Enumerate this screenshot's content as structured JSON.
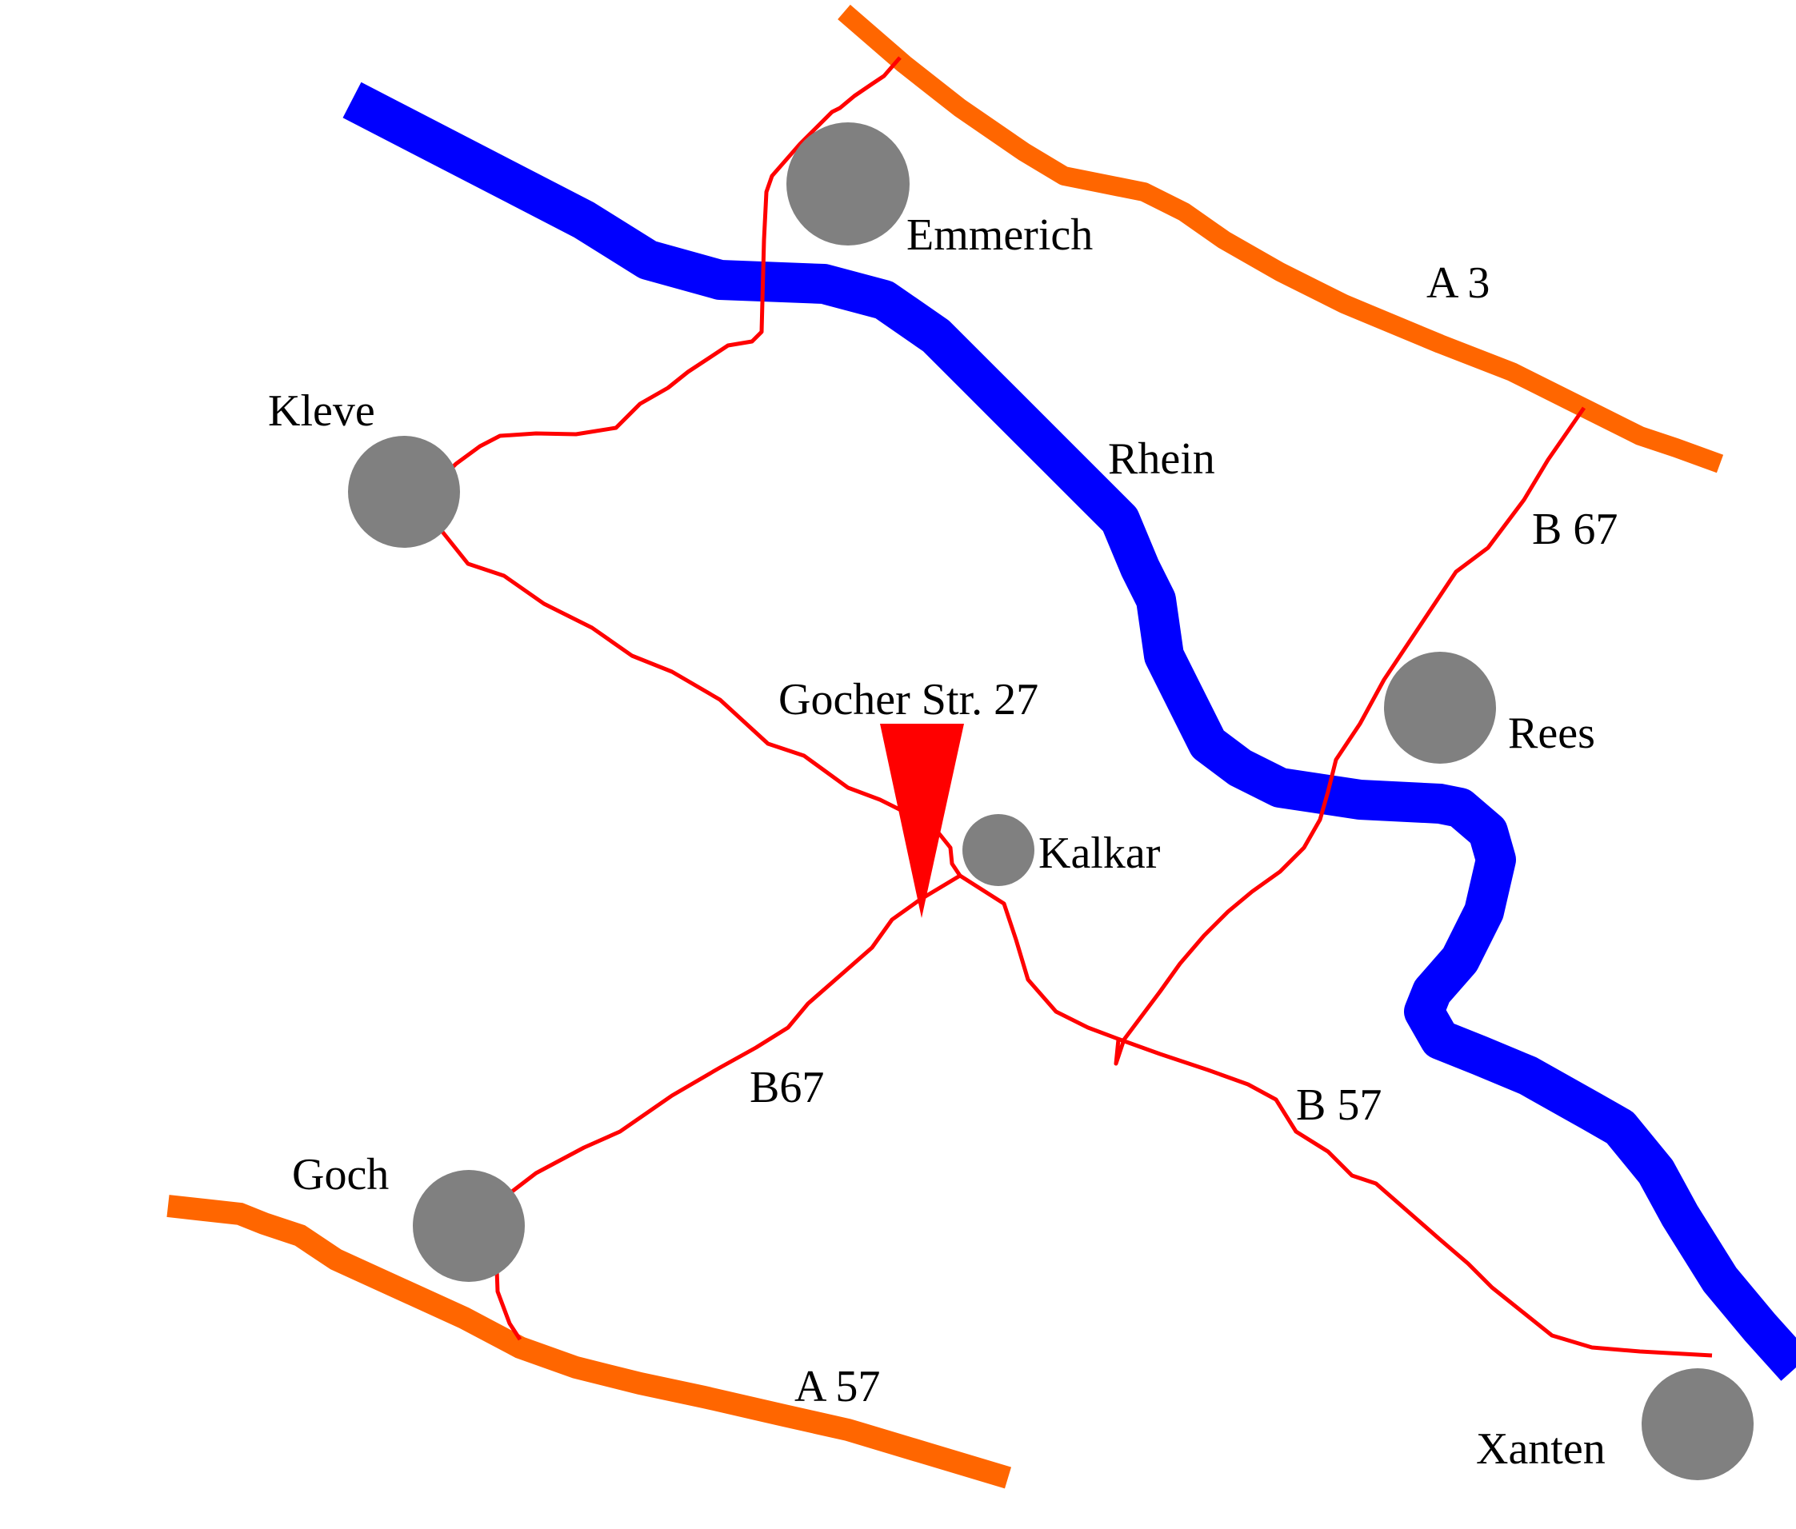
{
  "colors": {
    "river": "#0000ff",
    "autobahn": "#ff6600",
    "bundesstrasse": "#ff0000",
    "city": "#808080",
    "marker": "#ff0000",
    "background": "#ffffff"
  },
  "labels": {
    "emmerich": "Emmerich",
    "kleve": "Kleve",
    "rees": "Rees",
    "kalkar": "Kalkar",
    "goch": "Goch",
    "xanten": "Xanten",
    "river": "Rhein",
    "a3": "A 3",
    "a57": "A 57",
    "b67_north": "B 67",
    "b67_south": "B67",
    "b57": "B 57",
    "destination": "Gocher Str. 27"
  },
  "icons": {
    "marker": "location-marker-icon",
    "city": "city-dot-icon"
  }
}
